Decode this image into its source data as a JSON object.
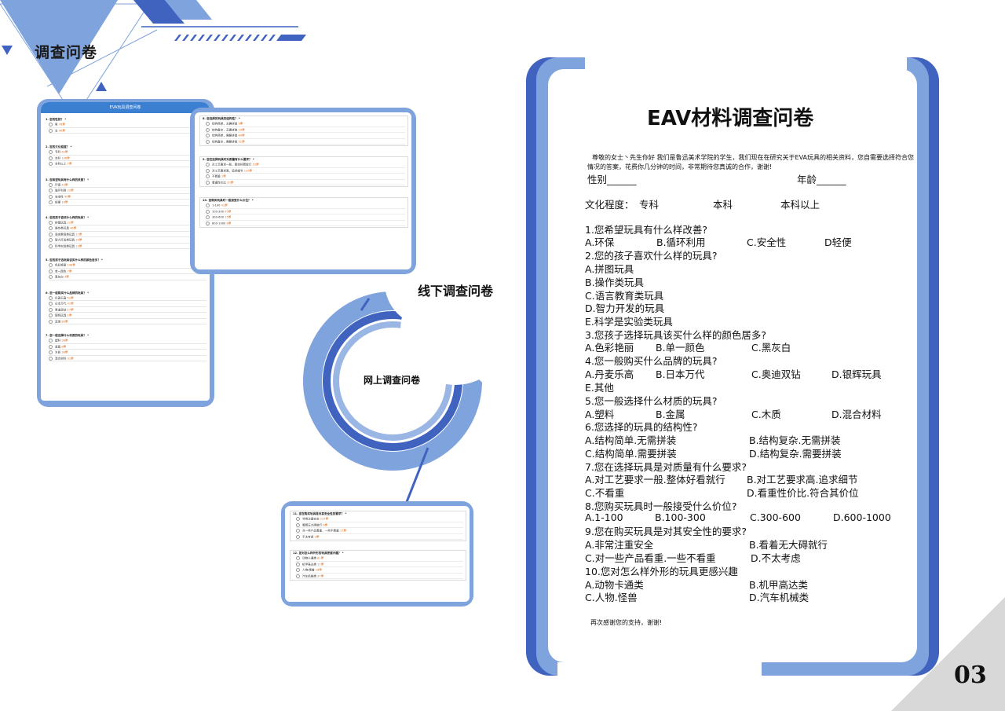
{
  "page": {
    "title": "调查问卷",
    "page_number": "03",
    "offline_label": "线下调查问卷",
    "online_label": "网上调查问卷"
  },
  "colors": {
    "primary": "#3f63bf",
    "light": "#7fa3dc",
    "dark_blue": "#2a4c9e",
    "accent_orange": "#e07020"
  },
  "mini_survey": {
    "header": "EVA玩具调查问卷",
    "card1": [
      {
        "q": "1. 您的性别？ *",
        "opts": [
          [
            "男",
            "76票"
          ],
          [
            "女",
            "49票"
          ]
        ]
      },
      {
        "q": "2. 您的文化程度？ *",
        "opts": [
          [
            "专科",
            "62票"
          ],
          [
            "本科",
            "106票"
          ],
          [
            "本科以上",
            "7票"
          ]
        ]
      },
      {
        "q": "3. 您希望玩具有什么样的改善？ *",
        "opts": [
          [
            "环保",
            "43票"
          ],
          [
            "循环利用",
            "22票"
          ],
          [
            "安全性",
            "49票"
          ],
          [
            "轻便",
            "16票"
          ]
        ]
      },
      {
        "q": "4. 您的孩子喜欢什么样的玩具？ *",
        "opts": [
          [
            "拼图玩具",
            "22票"
          ],
          [
            "操作类玩具",
            "46票"
          ],
          [
            "语言教育类玩具",
            "27票"
          ],
          [
            "智力开发类玩具",
            "20票"
          ],
          [
            "科学实验类玩具",
            "10票"
          ]
        ]
      },
      {
        "q": "5. 您的孩子选玩具该买什么样的颜色居多？ *",
        "opts": [
          [
            "色彩艳丽",
            "148票"
          ],
          [
            "单一颜色",
            "7票"
          ],
          [
            "黑灰白",
            "4票"
          ]
        ]
      },
      {
        "q": "6. 您一般购买什么品牌的玩具？ *",
        "opts": [
          [
            "丹麦乐高",
            "52票"
          ],
          [
            "日本万代",
            "41票"
          ],
          [
            "奥迪双钻",
            "17票"
          ],
          [
            "银辉玩具",
            "1票"
          ],
          [
            "其他",
            "80票"
          ]
        ]
      },
      {
        "q": "7. 您一般选择什么材质的玩具？ *",
        "opts": [
          [
            "塑料",
            "96票"
          ],
          [
            "金属",
            "8票"
          ],
          [
            "木质",
            "38票"
          ],
          [
            "混合材料",
            "31票"
          ]
        ]
      }
    ],
    "card2": [
      {
        "q": "8. 您选择的玩具的结构性？ *",
        "opts": [
          [
            "结构简单，无需拼装",
            "9票"
          ],
          [
            "结构复杂，无需拼装",
            "19票"
          ],
          [
            "结构简单，需要拼装",
            "84票"
          ],
          [
            "结构复杂，需要拼装",
            "51票"
          ]
        ]
      },
      {
        "q": "9. 您在选择玩具时对质量有什么要求？ *",
        "opts": [
          [
            "对工艺要求一般，整体好看就行",
            "19票"
          ],
          [
            "对工艺要求高，追求细节",
            "120票"
          ],
          [
            "不看重",
            "1票"
          ],
          [
            "看重性价比",
            "20票"
          ]
        ]
      },
      {
        "q": "10. 您购买玩具时一般接受什么价位？ *",
        "opts": [
          [
            "1-100",
            "41票"
          ],
          [
            "100-300",
            "95票"
          ],
          [
            "300-600",
            "15票"
          ],
          [
            "600-1000",
            "8票"
          ]
        ]
      }
    ],
    "card3": [
      {
        "q": "11. 您在购买玩具是对其安全性的要求？ *",
        "opts": [
          [
            "非常注重安全",
            "137票"
          ],
          [
            "看着无大碍就行",
            "6票"
          ],
          [
            "对一些产品看重，一些不看重",
            "17票"
          ],
          [
            "不太考虑",
            "3票"
          ]
        ]
      },
      {
        "q": "12. 您对怎么样外形的玩具更感兴趣？ *",
        "opts": [
          [
            "动物卡通类",
            "81票"
          ],
          [
            "机甲高达类",
            "17票"
          ],
          [
            "人物/怪兽",
            "18票"
          ],
          [
            "汽车机械类",
            "37票"
          ]
        ]
      }
    ]
  },
  "paper": {
    "title": "EAV材料调查问卷",
    "intro_line1": "尊敬的女士丶先生你好 我们是鲁迅美术学院的学生，我们现在在研究关于EVA玩具的相关资料，您自需要选择符合您",
    "intro_line2": "情况的答案，花费你几分钟的时间，非常期待您真诚的合作，谢谢!",
    "gender": "性别______",
    "age": "年龄______",
    "edu_label": "文化程度：",
    "edu_opts": [
      "专科",
      "本科",
      "本科以上"
    ],
    "q1": "1.您希望玩具有什么样改善?",
    "q1_opts": [
      "A.环保",
      "B.循环利用",
      "C.安全性",
      "D轻便"
    ],
    "q2": "2.您的孩子喜欢什么样的玩具?",
    "q2_opts": [
      "A.拼图玩具",
      "B.操作类玩具",
      "C.语言教育类玩具",
      "D.智力开发的玩具",
      "E.科学是实验类玩具"
    ],
    "q3": "3.您孩子选择玩具该买什么样的颜色居多?",
    "q3_opts": [
      "A.色彩艳丽",
      "B.单一颜色",
      "C.黑灰白"
    ],
    "q4": "4.您一般购买什么品牌的玩具?",
    "q4_opts": [
      "A.丹麦乐高",
      "B.日本万代",
      "C.奥迪双钻",
      "D.银辉玩具",
      "E.其他"
    ],
    "q5": "5.您一般选择什么材质的玩具?",
    "q5_opts": [
      "A.塑料",
      "B.金属",
      "C.木质",
      "D.混合材料"
    ],
    "q6": "6.您选择的玩具的结构性?",
    "q6_opts": [
      "A.结构简单.无需拼装",
      "B.结构复杂.无需拼装",
      "C.结构简单.需要拼装",
      "D.结构复杂.需要拼装"
    ],
    "q7": "7.您在选择玩具是对质量有什么要求?",
    "q7_opts": [
      "A.对工艺要求一般.整体好看就行",
      "B.对工艺要求高.追求细节",
      "C.不看重",
      "D.看重性价比.符合其价位"
    ],
    "q8": "8.您购买玩具时一般接受什么价位?",
    "q8_opts": [
      "A.1-100",
      "B.100-300",
      "C.300-600",
      "D.600-1000"
    ],
    "q9": "9.您在购买玩具是对其安全性的要求?",
    "q9_opts": [
      "A.非常注重安全",
      "B.看着无大碍就行",
      "C.对一些产品看重.一些不看重",
      "D.不太考虑"
    ],
    "q10": "10.您对怎么样外形的玩具更感兴趣",
    "q10_opts": [
      "A.动物卡通类",
      "B.机甲高达类",
      "C.人物.怪兽",
      "D.汽车机械类"
    ],
    "thanks": "再次感谢您的支持，谢谢!"
  }
}
